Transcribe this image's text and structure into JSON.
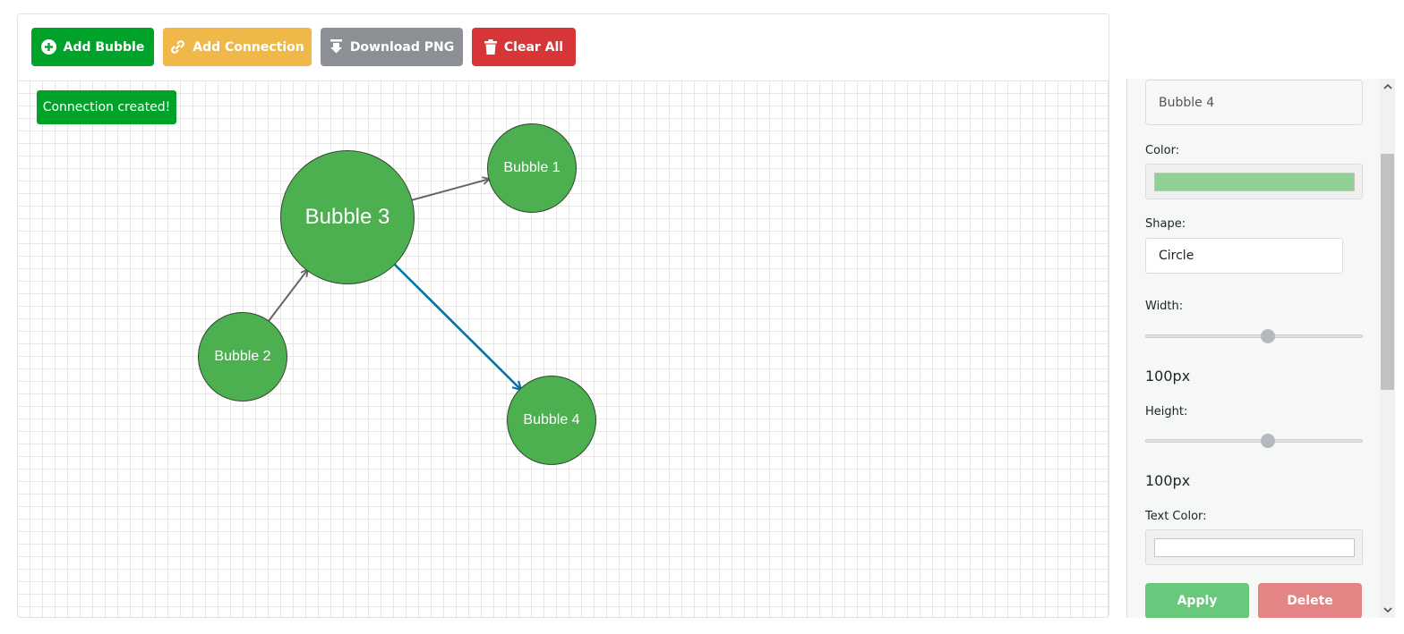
{
  "toolbar": {
    "add_bubble": "Add Bubble",
    "add_connection": "Add Connection",
    "download_png": "Download PNG",
    "clear_all": "Clear All"
  },
  "toast": "Connection created!",
  "bubbles": [
    {
      "id": "b1",
      "label": "Bubble 1"
    },
    {
      "id": "b2",
      "label": "Bubble 2"
    },
    {
      "id": "b3",
      "label": "Bubble 3"
    },
    {
      "id": "b4",
      "label": "Bubble 4"
    }
  ],
  "connections": [
    {
      "from": "Bubble 3",
      "to": "Bubble 1"
    },
    {
      "from": "Bubble 2",
      "to": "Bubble 3"
    },
    {
      "from": "Bubble 3",
      "to": "Bubble 4",
      "selected": true
    }
  ],
  "panel": {
    "name_value": "Bubble 4",
    "color_label": "Color:",
    "color_value": "#92cf94",
    "shape_label": "Shape:",
    "shape_value": "Circle",
    "width_label": "Width:",
    "width_value": "100px",
    "width_fraction": 0.57,
    "height_label": "Height:",
    "height_value": "100px",
    "height_fraction": 0.57,
    "text_color_label": "Text Color:",
    "text_color_value": "#ffffff",
    "apply": "Apply",
    "delete": "Delete"
  },
  "colors": {
    "bubble": "#4caf50",
    "edge": "#666666",
    "edge_selected": "#0073aa"
  },
  "icons": {
    "add_bubble": "plus-circle-icon",
    "add_connection": "link-icon",
    "download_png": "download-icon",
    "clear_all": "trash-icon",
    "scroll_up": "chevron-up-icon",
    "scroll_down": "chevron-down-icon"
  }
}
